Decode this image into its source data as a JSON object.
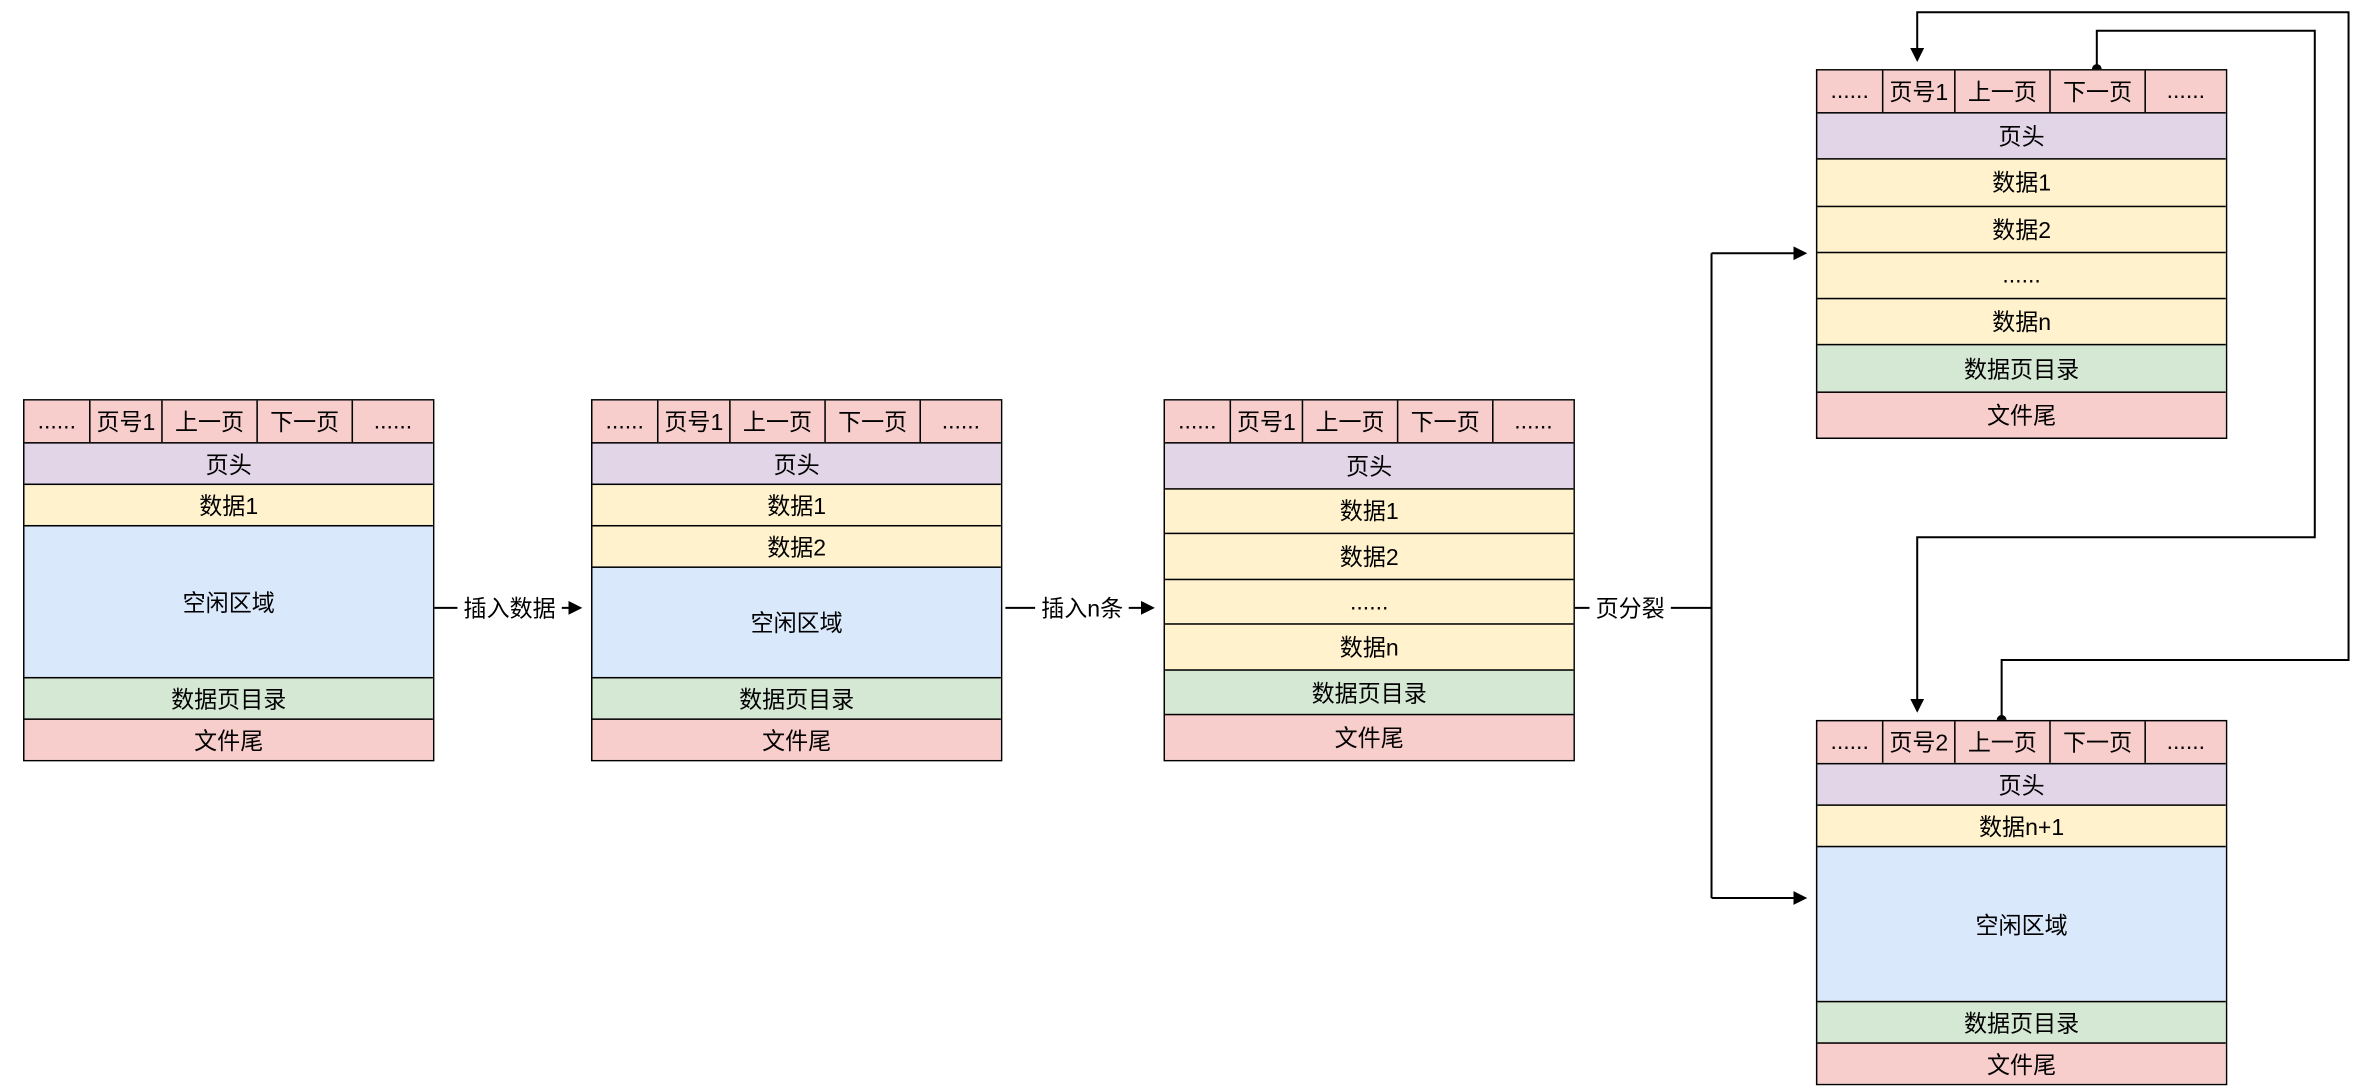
{
  "colors": {
    "pointer_cell": "#f8cecc",
    "page_head": "#e1d5e7",
    "data_row": "#fff2cc",
    "free_space": "#dae8fc",
    "page_directory": "#d5e8d4",
    "file_trailer": "#f8cecc",
    "line": "#000000",
    "background": "#ffffff"
  },
  "pages": {
    "p1": {
      "header": [
        "......",
        "页号1",
        "上一页",
        "下一页",
        "......"
      ],
      "rows": [
        "页头",
        "数据1",
        "空闲区域",
        "数据页目录",
        "文件尾"
      ]
    },
    "p2": {
      "header": [
        "......",
        "页号1",
        "上一页",
        "下一页",
        "......"
      ],
      "rows": [
        "页头",
        "数据1",
        "数据2",
        "空闲区域",
        "数据页目录",
        "文件尾"
      ]
    },
    "p3": {
      "header": [
        "......",
        "页号1",
        "上一页",
        "下一页",
        "......"
      ],
      "rows": [
        "页头",
        "数据1",
        "数据2",
        "......",
        "数据n",
        "数据页目录",
        "文件尾"
      ]
    },
    "p4": {
      "header": [
        "......",
        "页号1",
        "上一页",
        "下一页",
        "......"
      ],
      "rows": [
        "页头",
        "数据1",
        "数据2",
        "......",
        "数据n",
        "数据页目录",
        "文件尾"
      ]
    },
    "p5": {
      "header": [
        "......",
        "页号2",
        "上一页",
        "下一页",
        "......"
      ],
      "rows": [
        "页头",
        "数据n+1",
        "空闲区域",
        "数据页目录",
        "文件尾"
      ]
    }
  },
  "flow_labels": {
    "insert_one": "插入数据",
    "insert_n": "插入n条",
    "page_split": "页分裂"
  }
}
